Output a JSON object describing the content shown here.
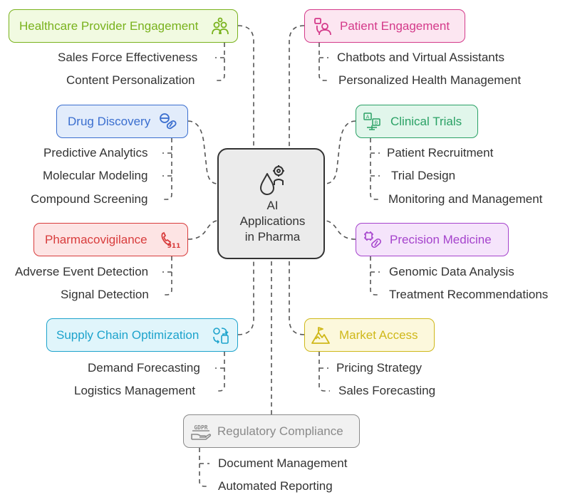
{
  "center": {
    "title": "AI\nApplications\nin Pharma",
    "icon": "drop-gear-icon"
  },
  "categories": [
    {
      "id": "healthcare",
      "label": "Healthcare Provider Engagement",
      "color": "#79b21d",
      "fill": "#f1fae1",
      "icon": "people-icon",
      "items": [
        "Sales Force Effectiveness",
        "Content Personalization"
      ]
    },
    {
      "id": "patient",
      "label": "Patient Engagement",
      "color": "#d43a8a",
      "fill": "#fce6f1",
      "icon": "patient-chat-icon",
      "items": [
        "Chatbots and Virtual Assistants",
        "Personalized Health Management"
      ]
    },
    {
      "id": "drug",
      "label": "Drug Discovery",
      "color": "#3a6ecf",
      "fill": "#e2ecfb",
      "icon": "pills-icon",
      "items": [
        "Predictive Analytics",
        "Molecular Modeling",
        "Compound Screening"
      ]
    },
    {
      "id": "clinical",
      "label": "Clinical Trials",
      "color": "#2aa165",
      "fill": "#e1f6eb",
      "icon": "ab-test-icon",
      "items": [
        "Patient Recruitment",
        "Trial Design",
        "Monitoring and Management"
      ]
    },
    {
      "id": "pharmacovigilance",
      "label": "Pharmacovigilance",
      "color": "#d83c3c",
      "fill": "#fde4e4",
      "icon": "emergency-call-icon",
      "items": [
        "Adverse Event Detection",
        "Signal Detection"
      ]
    },
    {
      "id": "precision",
      "label": "Precision Medicine",
      "color": "#a543cc",
      "fill": "#f5e4fb",
      "icon": "chip-pill-icon",
      "items": [
        "Genomic Data Analysis",
        "Treatment Recommendations"
      ]
    },
    {
      "id": "supply",
      "label": "Supply Chain Optimization",
      "color": "#1da3cc",
      "fill": "#e0f5fb",
      "icon": "supply-cycle-icon",
      "items": [
        "Demand Forecasting",
        "Logistics Management"
      ]
    },
    {
      "id": "market",
      "label": "Market Access",
      "color": "#cfb81a",
      "fill": "#fcf8dc",
      "icon": "mountain-flag-icon",
      "items": [
        "Pricing Strategy",
        "Sales Forecasting"
      ]
    },
    {
      "id": "regulatory",
      "label": "Regulatory Compliance",
      "color": "#8a8a8a",
      "fill": "#f1f1f1",
      "icon": "gdpr-hand-icon",
      "items": [
        "Document Management",
        "Automated Reporting"
      ]
    }
  ],
  "icon_text": {
    "ab_a": "A",
    "ab_b": "B",
    "emergency": "911",
    "gdpr": "GDPR"
  }
}
